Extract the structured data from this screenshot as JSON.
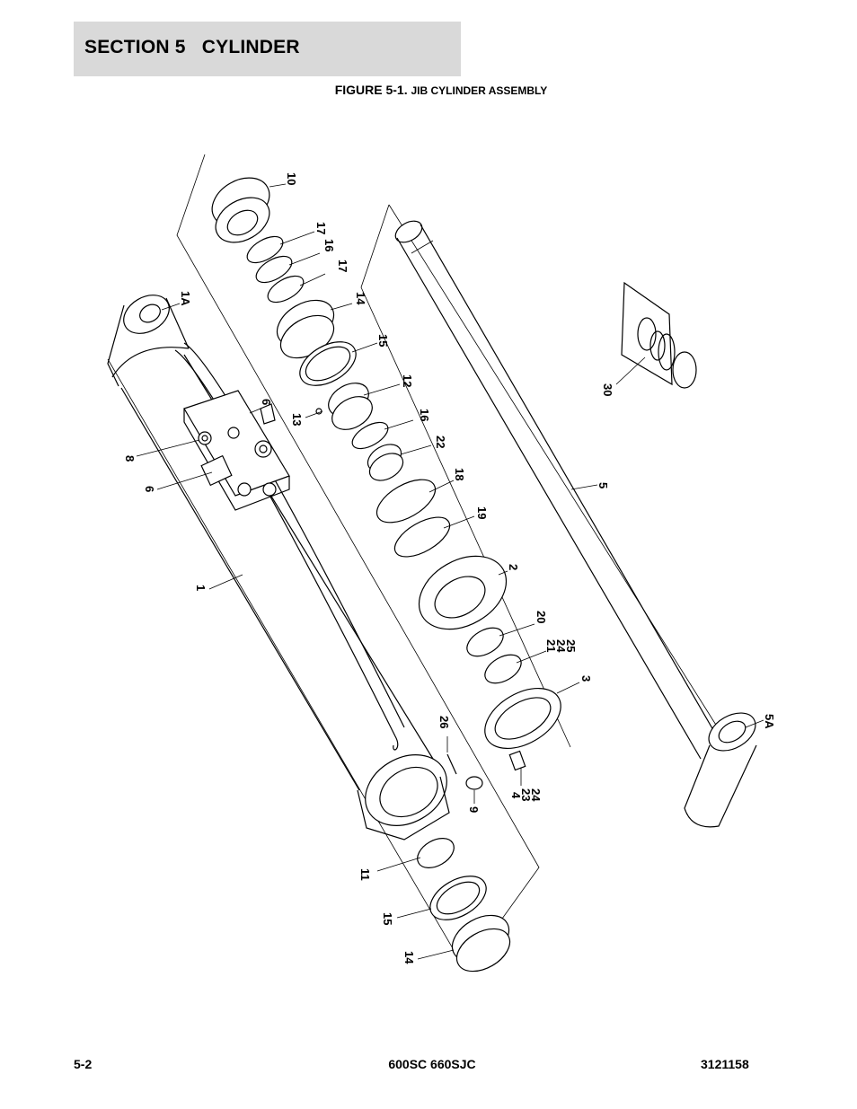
{
  "header": {
    "section_title": "SECTION 5   CYLINDER"
  },
  "figure": {
    "caption_prefix": "FIGURE 5-1. ",
    "caption_title": "JIB CYLINDER ASSEMBLY"
  },
  "callouts": [
    {
      "id": "c10",
      "label": "10"
    },
    {
      "id": "c17a",
      "label": "17"
    },
    {
      "id": "c16a",
      "label": "16"
    },
    {
      "id": "c17b",
      "label": "17"
    },
    {
      "id": "c14a",
      "label": "14"
    },
    {
      "id": "c15a",
      "label": "15"
    },
    {
      "id": "c12",
      "label": "12"
    },
    {
      "id": "c13",
      "label": "13"
    },
    {
      "id": "c16b",
      "label": "16"
    },
    {
      "id": "c22",
      "label": "22"
    },
    {
      "id": "c18",
      "label": "18"
    },
    {
      "id": "c19",
      "label": "19"
    },
    {
      "id": "c2",
      "label": "2"
    },
    {
      "id": "c20",
      "label": "20"
    },
    {
      "id": "c21",
      "label": "21"
    },
    {
      "id": "c24a",
      "label": "24"
    },
    {
      "id": "c25",
      "label": "25"
    },
    {
      "id": "c3",
      "label": "3"
    },
    {
      "id": "c4",
      "label": "4"
    },
    {
      "id": "c23",
      "label": "23"
    },
    {
      "id": "c24b",
      "label": "24"
    },
    {
      "id": "c26",
      "label": "26"
    },
    {
      "id": "c9",
      "label": "9"
    },
    {
      "id": "c11",
      "label": "11"
    },
    {
      "id": "c15b",
      "label": "15"
    },
    {
      "id": "c14b",
      "label": "14"
    },
    {
      "id": "c1",
      "label": "1"
    },
    {
      "id": "c1A",
      "label": "1A"
    },
    {
      "id": "c6a",
      "label": "6"
    },
    {
      "id": "c8",
      "label": "8"
    },
    {
      "id": "c6b",
      "label": "6"
    },
    {
      "id": "c5",
      "label": "5"
    },
    {
      "id": "c5A",
      "label": "5A"
    },
    {
      "id": "c30",
      "label": "30"
    }
  ],
  "footer": {
    "page_number": "5-2",
    "model": "600SC 660SJC",
    "doc_number": "3121158"
  }
}
